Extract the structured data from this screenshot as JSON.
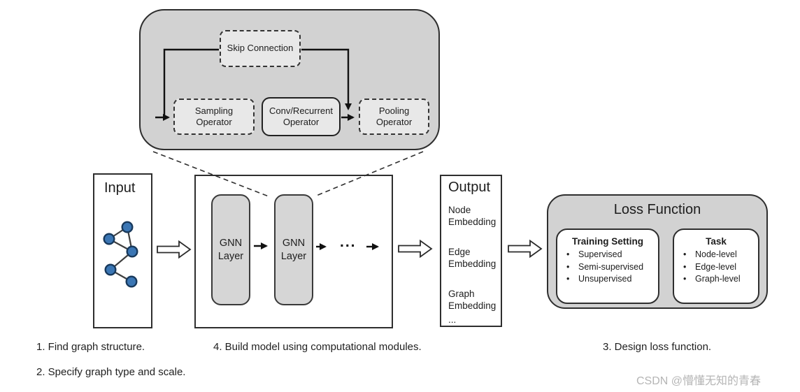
{
  "colors": {
    "panel_gray": "#d2d2d2",
    "module_gray": "#e8e8e8",
    "layer_gray": "#d6d6d6",
    "loss_gray": "#d2d2d2",
    "node_blue": "#3b76b4",
    "node_border": "#18395c",
    "watermark_gray": "#b5b5b5"
  },
  "module_panel": {
    "skip_connection_label": "Skip Connection",
    "sampling_label": "Sampling Operator",
    "conv_label": "Conv/Recurrent Operator",
    "pooling_label": "Pooling Operator"
  },
  "input": {
    "title": "Input"
  },
  "model": {
    "gnn_layer_1": "GNN Layer",
    "gnn_layer_2": "GNN Layer",
    "ellipsis": "..."
  },
  "output": {
    "title": "Output",
    "items": [
      "Node Embedding",
      "Edge Embedding",
      "Graph Embedding",
      "..."
    ]
  },
  "loss": {
    "title": "Loss Function",
    "training_setting": {
      "title": "Training Setting",
      "items": [
        "Supervised",
        "Semi-supervised",
        "Unsupervised"
      ]
    },
    "task": {
      "title": "Task",
      "items": [
        "Node-level",
        "Edge-level",
        "Graph-level"
      ]
    }
  },
  "captions": {
    "step1": "1. Find graph structure.",
    "step2": "2. Specify graph type and scale.",
    "step4": "4. Build model using computational modules.",
    "step3": "3. Design loss function."
  },
  "watermark": "CSDN @懵懂无知的青春"
}
